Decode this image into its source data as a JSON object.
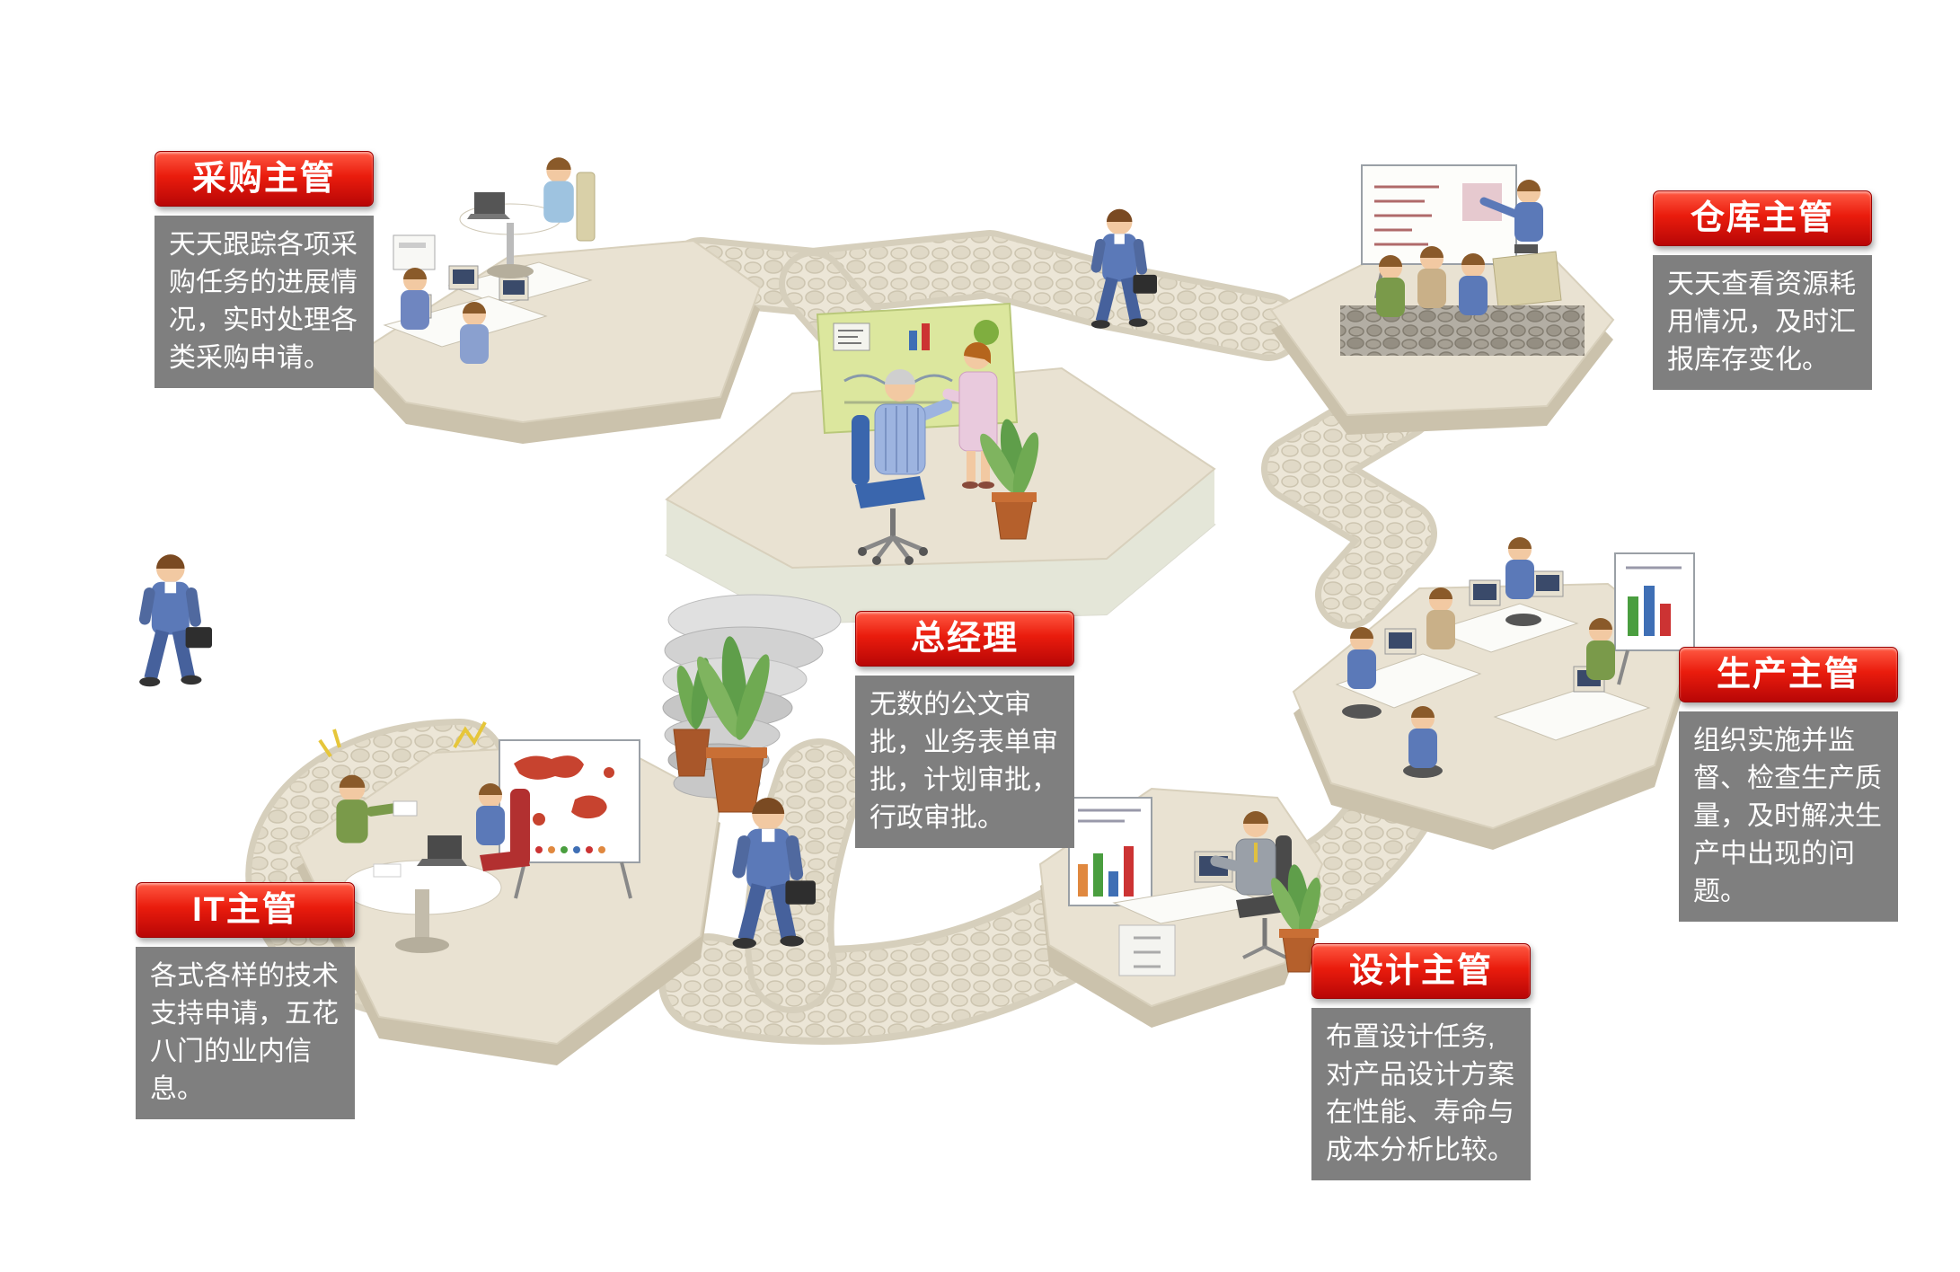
{
  "roles": [
    {
      "id": "procurement",
      "title": "采购主管",
      "description": "天天跟踪各项采购任务的进展情况，实时处理各类采购申请。"
    },
    {
      "id": "warehouse",
      "title": "仓库主管",
      "description": "天天查看资源耗用情况，及时汇报库存变化。"
    },
    {
      "id": "general-manager",
      "title": "总经理",
      "description": "无数的公文审批，业务表单审批，计划审批，行政审批。"
    },
    {
      "id": "it",
      "title": "IT主管",
      "description": "各式各样的技术支持申请，五花八门的业内信息。"
    },
    {
      "id": "production",
      "title": "生产主管",
      "description": "组织实施并监督、检查生产质量，及时解决生产中出现的问题。"
    },
    {
      "id": "design",
      "title": "设计主管",
      "description": "布置设计任务,对产品设计方案在性能、寿命与成本分析比较。"
    }
  ],
  "colors": {
    "badge_red": "#ea1c0d",
    "badge_red_dark": "#b80606",
    "desc_gray": "#7f7f7f",
    "text_white": "#ffffff",
    "platform_beige": "#e9e2d2",
    "path_stone": "#ece6d7",
    "board_green": "#dce79e"
  }
}
